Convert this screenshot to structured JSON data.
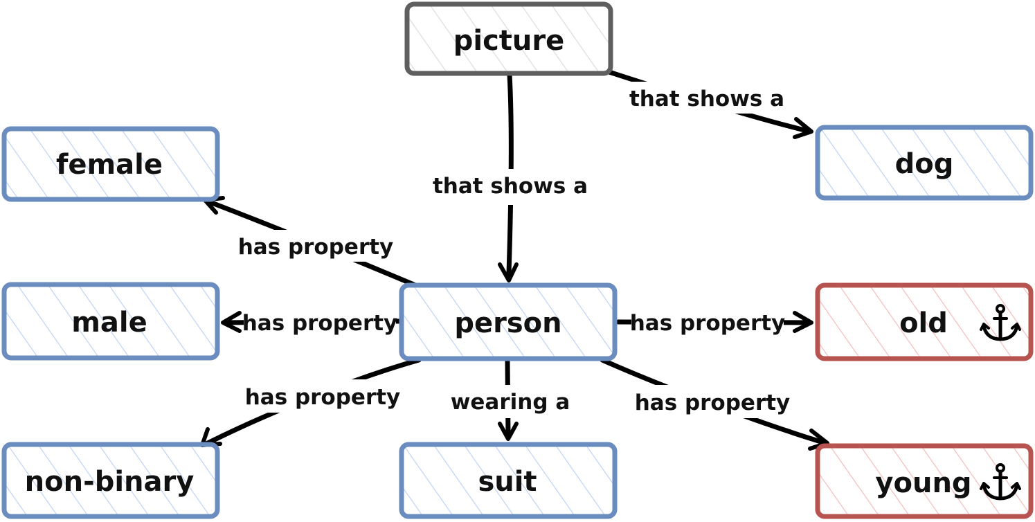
{
  "colors": {
    "root_stroke": "#5f5f5f",
    "root_hatch": "#d9d9d9",
    "concept_stroke": "#6b8cbf",
    "concept_hatch": "#a9c6f0",
    "anchor_stroke": "#b85450",
    "anchor_hatch": "#f3b3b0",
    "edge": "#000000"
  },
  "nodes": {
    "picture": {
      "label": "picture"
    },
    "dog": {
      "label": "dog"
    },
    "female": {
      "label": "female"
    },
    "male": {
      "label": "male"
    },
    "person": {
      "label": "person"
    },
    "old": {
      "label": "old",
      "icon": "anchor-icon"
    },
    "non_binary": {
      "label": "non-binary"
    },
    "suit": {
      "label": "suit"
    },
    "young": {
      "label": "young",
      "icon": "anchor-icon"
    }
  },
  "edges": {
    "picture_dog": "that shows a",
    "picture_person": "that shows a",
    "person_female": "has property",
    "person_male": "has property",
    "person_old": "has property",
    "person_nonbinary": "has property",
    "person_suit": "wearing a",
    "person_young": "has property"
  }
}
